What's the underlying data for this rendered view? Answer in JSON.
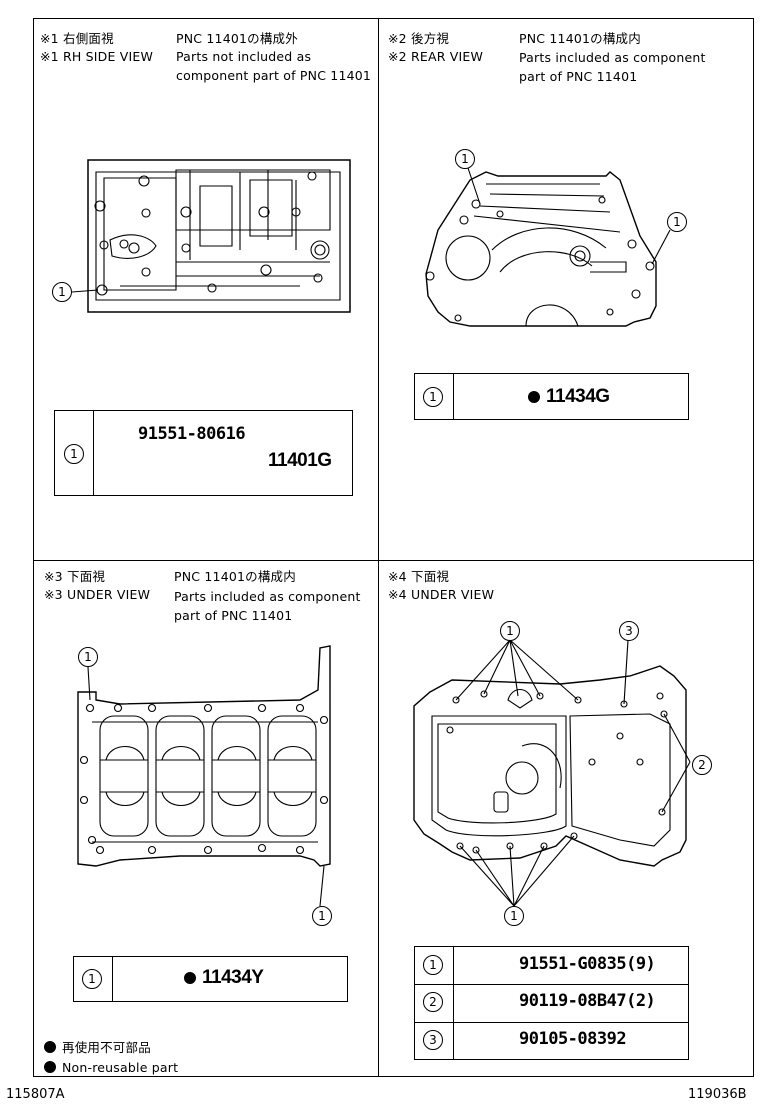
{
  "panels": [
    {
      "jp_view": "※1 右側面視",
      "en_view": "※1 RH SIDE VIEW",
      "pnc_jp": "PNC 11401の構成外",
      "desc": [
        "Parts not included as",
        "component part of PNC 11401"
      ],
      "callout": "1",
      "table": {
        "index": "1",
        "part_a": "91551-80616",
        "part_b": "11401G"
      }
    },
    {
      "jp_view": "※2 後方視",
      "en_view": "※2 REAR VIEW",
      "pnc_jp": "PNC 11401の構成内",
      "desc": [
        "Parts included as component",
        "part of PNC 11401"
      ],
      "callout": "1",
      "table": {
        "index": "1",
        "part": "11434G"
      }
    },
    {
      "jp_view": "※3 下面視",
      "en_view": "※3 UNDER VIEW",
      "pnc_jp": "PNC 11401の構成内",
      "desc": [
        "Parts included as component",
        "part of PNC 11401"
      ],
      "callout": "1",
      "table": {
        "index": "1",
        "part": "11434Y"
      }
    },
    {
      "jp_view": "※4 下面視",
      "en_view": "※4 UNDER VIEW",
      "callouts": [
        "1",
        "2",
        "3"
      ],
      "table": [
        {
          "index": "1",
          "part": "91551-G0835(9)"
        },
        {
          "index": "2",
          "part": "90119-08B47(2)"
        },
        {
          "index": "3",
          "part": "90105-08392"
        }
      ]
    }
  ],
  "legend": {
    "jp": "再使用不可部品",
    "en": "Non-reusable part"
  },
  "footer": {
    "left": "115807A",
    "right": "119036B"
  }
}
